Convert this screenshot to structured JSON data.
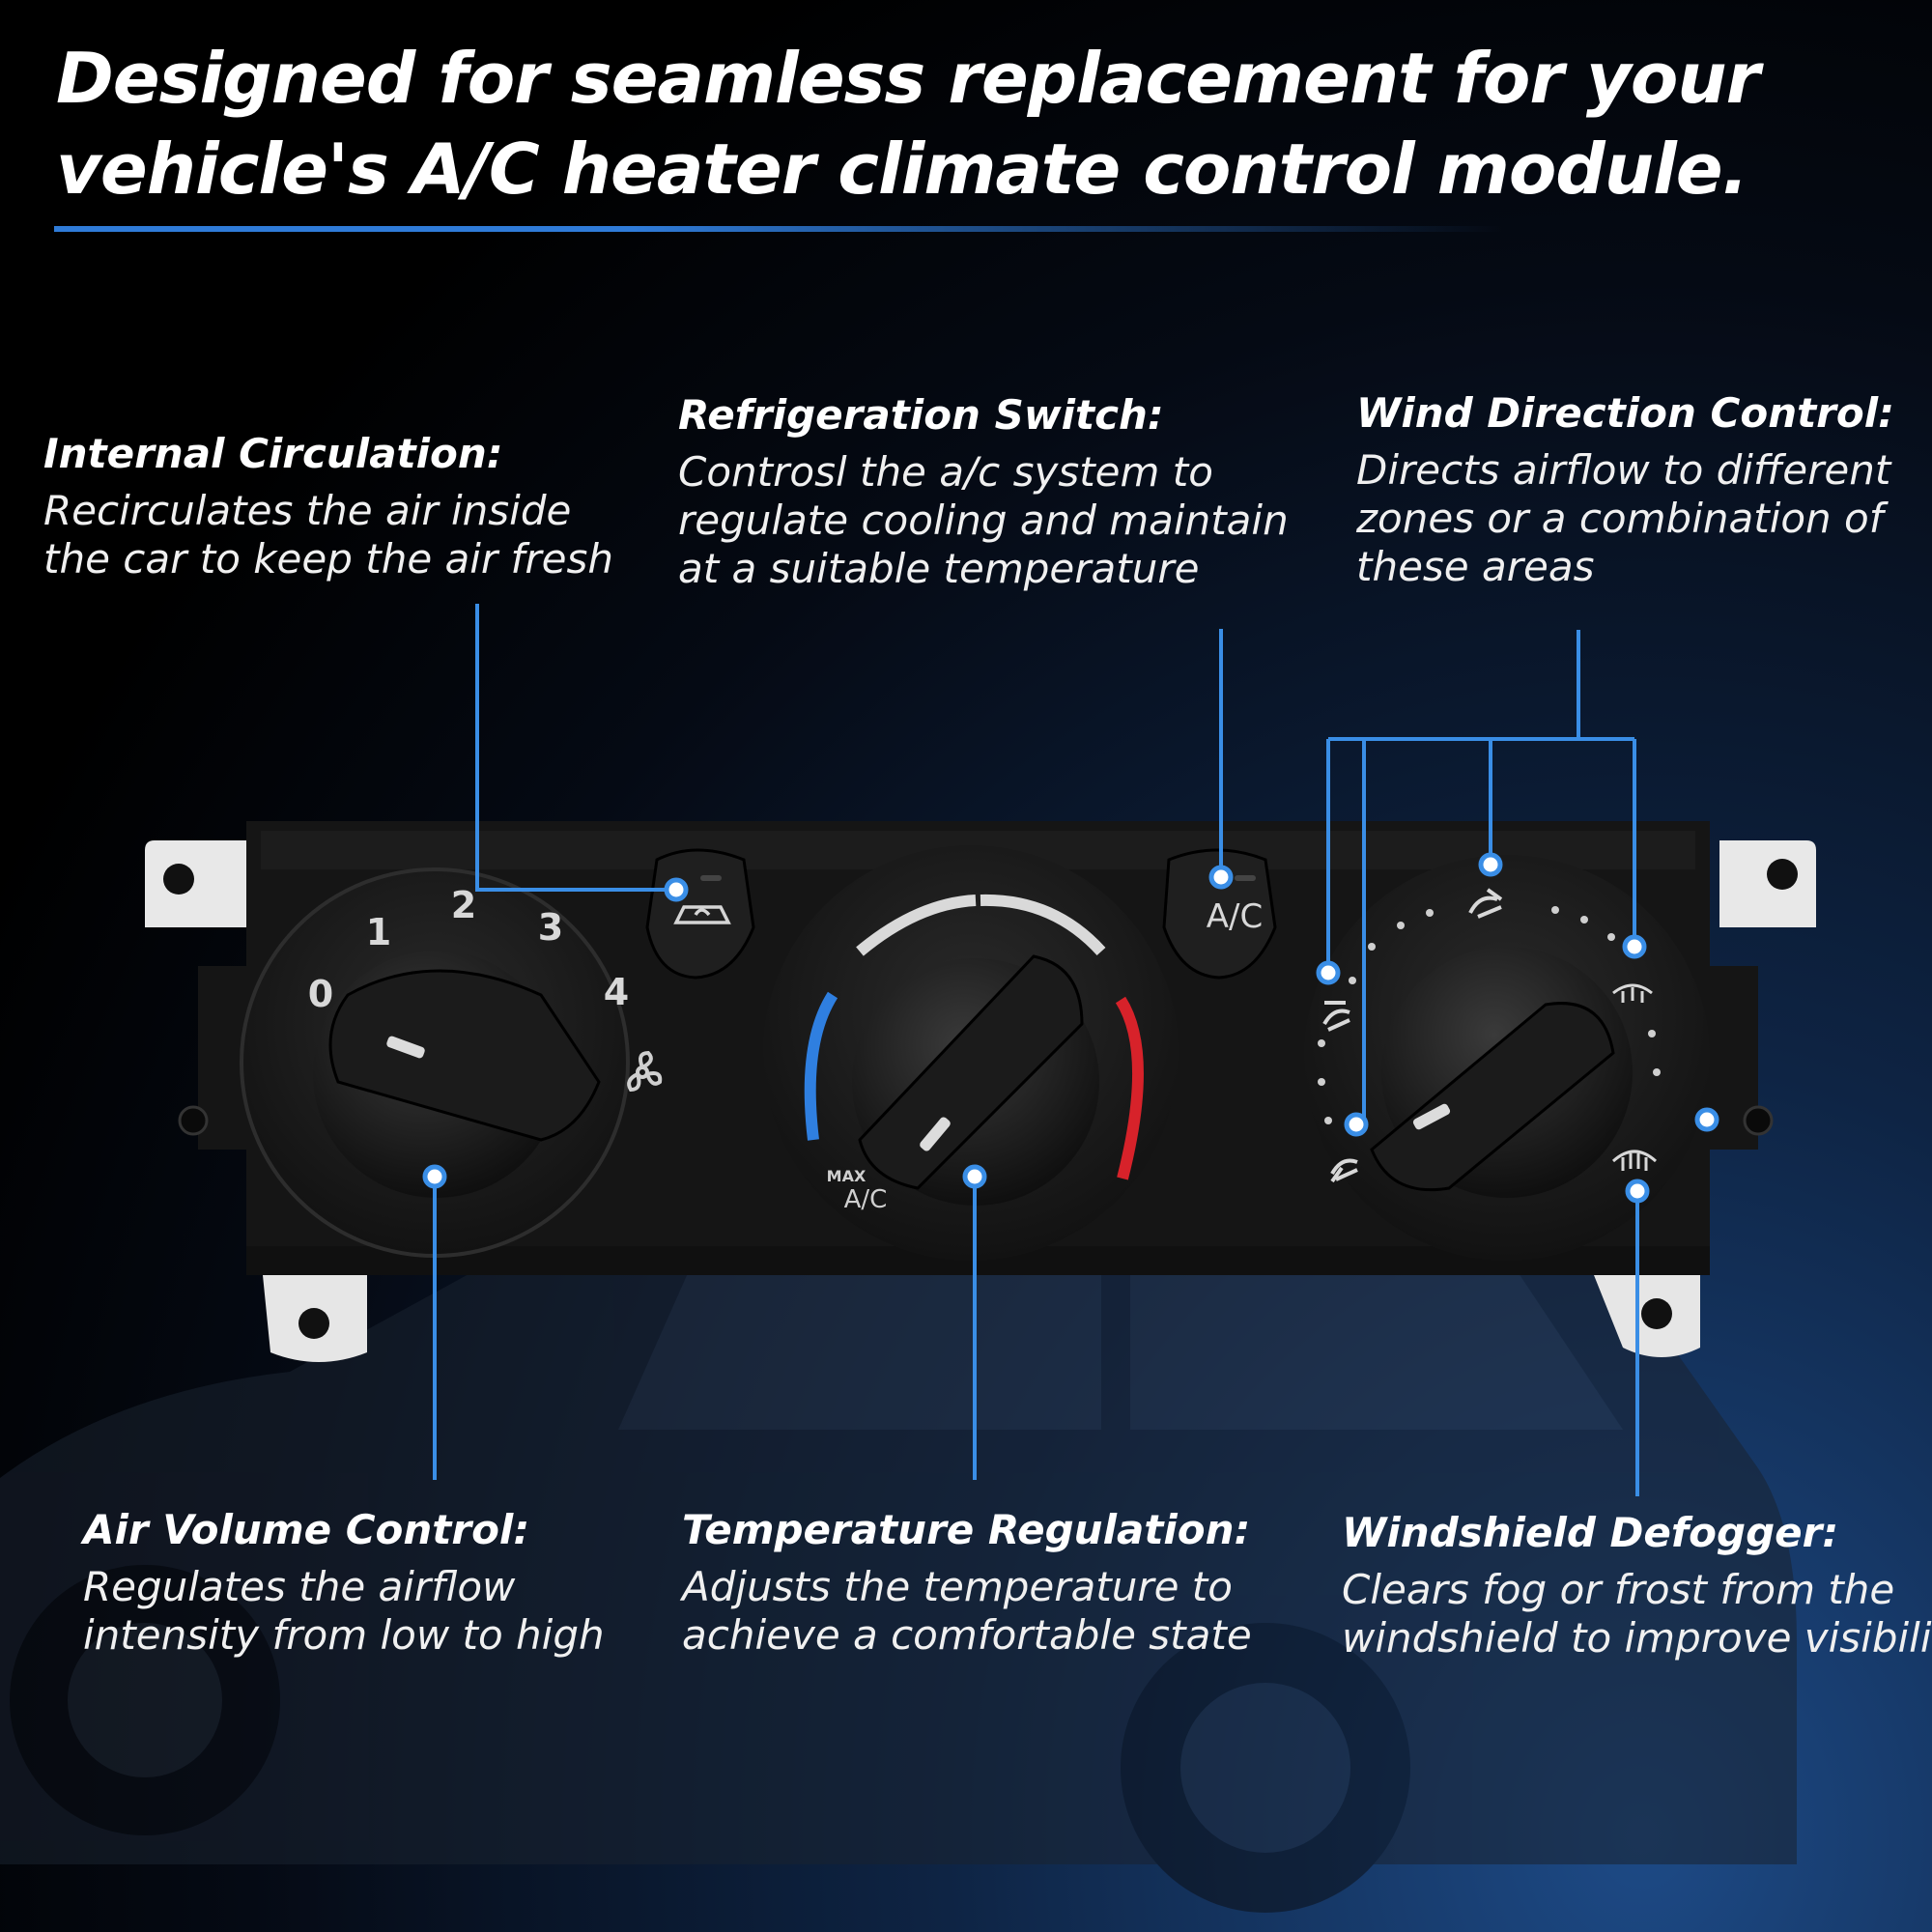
{
  "headline": "Designed for seamless replacement for your vehicle's A/C heater climate control module.",
  "panel": {
    "fan_numbers": [
      "0",
      "1",
      "2",
      "3",
      "4"
    ],
    "ac_button_label": "A/C",
    "max_label": "MAX",
    "temp_ac_label": "A/C"
  },
  "callouts": {
    "internal_circulation": {
      "title": "Internal Circulation:",
      "desc": "Recirculates the air inside\nthe car to keep the air fresh"
    },
    "refrigeration_switch": {
      "title": "Refrigeration Switch:",
      "desc": "Controsl the a/c system to\nregulate cooling and maintain\nat a suitable temperature"
    },
    "wind_direction": {
      "title": "Wind Direction Control:",
      "desc": "Directs airflow to different\nzones or a combination of\nthese areas"
    },
    "air_volume": {
      "title": "Air Volume Control:",
      "desc": "Regulates the airflow\nintensity from low to high"
    },
    "temperature": {
      "title": "Temperature Regulation:",
      "desc": "Adjusts the temperature to\nachieve a comfortable state"
    },
    "defogger": {
      "title": "Windshield Defogger:",
      "desc": "Clears fog or frost from the\nwindshield to improve visibili"
    }
  },
  "colors": {
    "accent": "#3a8ee6",
    "cold": "#2f7fe0",
    "hot": "#d7222a"
  }
}
